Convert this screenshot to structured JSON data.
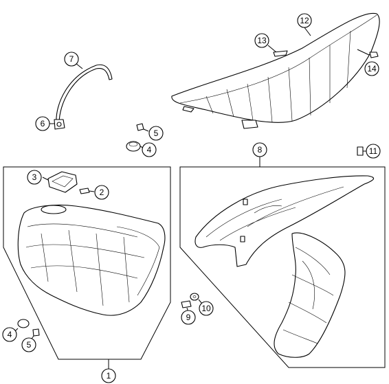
{
  "callouts": {
    "c1": "1",
    "c2": "2",
    "c3": "3",
    "c4a": "4",
    "c4b": "4",
    "c5a": "5",
    "c5b": "5",
    "c6": "6",
    "c7": "7",
    "c8": "8",
    "c9": "9",
    "c10": "10",
    "c11": "11",
    "c12": "12",
    "c13": "13",
    "c14": "14"
  }
}
